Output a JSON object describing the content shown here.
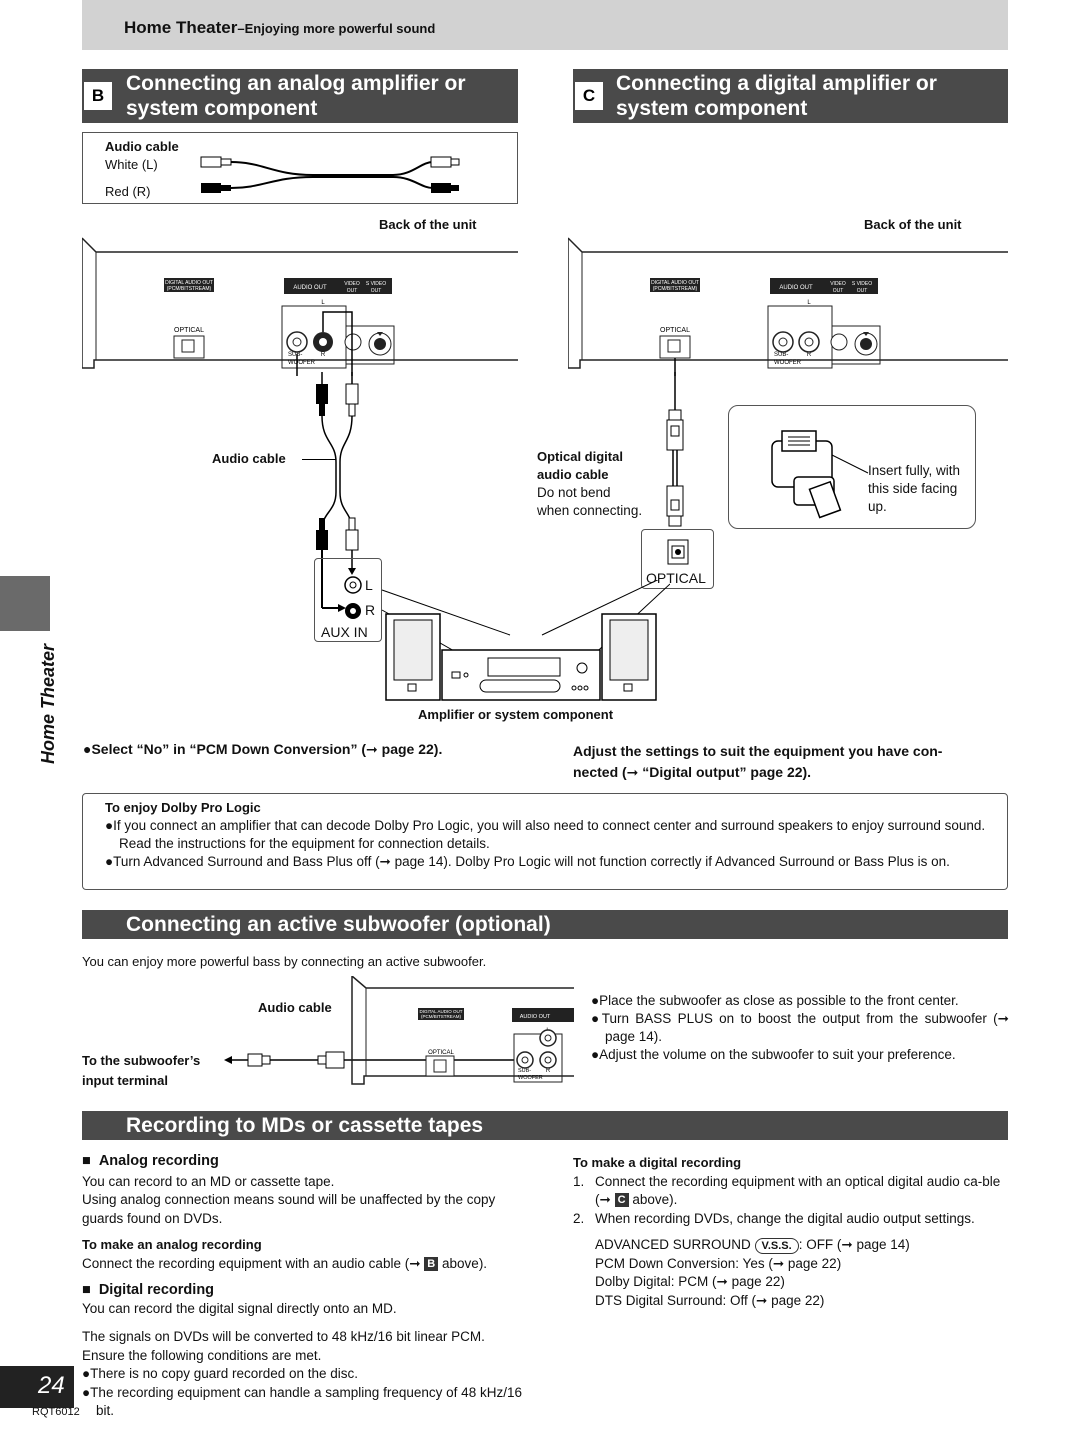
{
  "header": {
    "title_main": "Home Theater",
    "title_dash": "–",
    "title_sub": "Enjoying more powerful sound"
  },
  "section_b": {
    "letter": "B",
    "title_line1": "Connecting an analog amplifier or",
    "title_line2": "system component"
  },
  "section_c": {
    "letter": "C",
    "title_line1": "Connecting a digital amplifier or",
    "title_line2": "system component"
  },
  "cable_legend": {
    "title": "Audio cable",
    "white": "White (L)",
    "red": "Red (R)"
  },
  "diagram_b": {
    "back_label": "Back of the unit",
    "panel_digital": "DIGITAL AUDIO OUT",
    "panel_digital2": "(PCM/BITSTREAM)",
    "panel_optical": "OPTICAL",
    "panel_audio_out": "AUDIO OUT",
    "panel_video": "VIDEO",
    "panel_svideo": "S VIDEO",
    "panel_out": "OUT",
    "panel_l": "L",
    "panel_r": "R",
    "panel_sub": "SUB-",
    "panel_woofer": "WOOFER",
    "audio_cable": "Audio cable",
    "jack_l": "L",
    "jack_r": "R",
    "aux_in": "AUX IN"
  },
  "diagram_c": {
    "back_label": "Back of the unit",
    "optical_title1": "Optical digital",
    "optical_title2": "audio cable",
    "optical_note1": "Do not bend",
    "optical_note2": "when connecting.",
    "insert1": "Insert fully, with",
    "insert2": "this side facing",
    "insert3": "up.",
    "optical_port": "OPTICAL"
  },
  "amp_label": "Amplifier or system component",
  "side_tab": "Home Theater",
  "instruction_b": "●Select “No” in “PCM Down Conversion” (➞ page 22).",
  "instruction_c1": "Adjust the settings to suit the equipment you have con-",
  "instruction_c2": "nected (➞ “Digital output” page 22).",
  "dolby": {
    "title": "To enjoy Dolby Pro Logic",
    "item1": "●If you connect an amplifier that can decode Dolby Pro Logic, you will also need to connect center and surround speakers to enjoy surround sound. Read the instructions for the equipment for connection details.",
    "item2": "●Turn Advanced Surround and Bass Plus off (➞ page 14). Dolby Pro Logic will not function correctly if Advanced Surround or Bass Plus is on."
  },
  "subwoofer": {
    "title": "Connecting an active subwoofer (optional)",
    "intro": "You can enjoy more powerful bass by connecting an active subwoofer.",
    "audio_cable": "Audio cable",
    "to_sub1": "To the subwoofer’s",
    "to_sub2": "input terminal",
    "bullets": [
      "●Place the subwoofer as close as possible to the front center.",
      "●Turn BASS PLUS on to boost the output from the subwoofer (➞ page 14).",
      "●Adjust the volume on the subwoofer to suit your preference."
    ]
  },
  "recording": {
    "title": "Recording to MDs or cassette tapes",
    "analog_heading": "Analog recording",
    "analog_p1": "You can record to an MD or cassette tape.",
    "analog_p2": "Using analog connection means sound will be unaffected by the copy guards found on DVDs.",
    "analog_make_title": "To make an analog recording",
    "analog_make_text_a": "Connect the recording equipment with an audio cable (➞ ",
    "analog_make_letter": "B",
    "analog_make_text_b": " above).",
    "digital_heading": "Digital recording",
    "digital_p1": "You can record the digital signal directly onto an MD.",
    "digital_p2": "The signals on DVDs will be converted to 48 kHz/16 bit linear PCM. Ensure the following conditions are met.",
    "digital_b1": "●There is no copy guard recorded on the disc.",
    "digital_b2": "●The recording equipment can handle a sampling frequency of 48 kHz/16 bit.",
    "digital_make_title": "To make a digital recording",
    "step1_num": "1.",
    "step1_a": "Connect the recording equipment with an optical digital audio ca-ble (➞ ",
    "step1_letter": "C",
    "step1_b": " above).",
    "step2_num": "2.",
    "step2": "When recording DVDs, change the digital audio output settings.",
    "set1_a": "ADVANCED SURROUND ",
    "set1_badge": "V.S.S.",
    "set1_b": ":  OFF (➞ page 14)",
    "set2": "PCM Down Conversion:  Yes (➞ page 22)",
    "set3": "Dolby Digital:  PCM (➞ page 22)",
    "set4": "DTS Digital Surround:  Off (➞ page 22)"
  },
  "footer": {
    "page": "24",
    "doc_id": "RQT6012"
  }
}
